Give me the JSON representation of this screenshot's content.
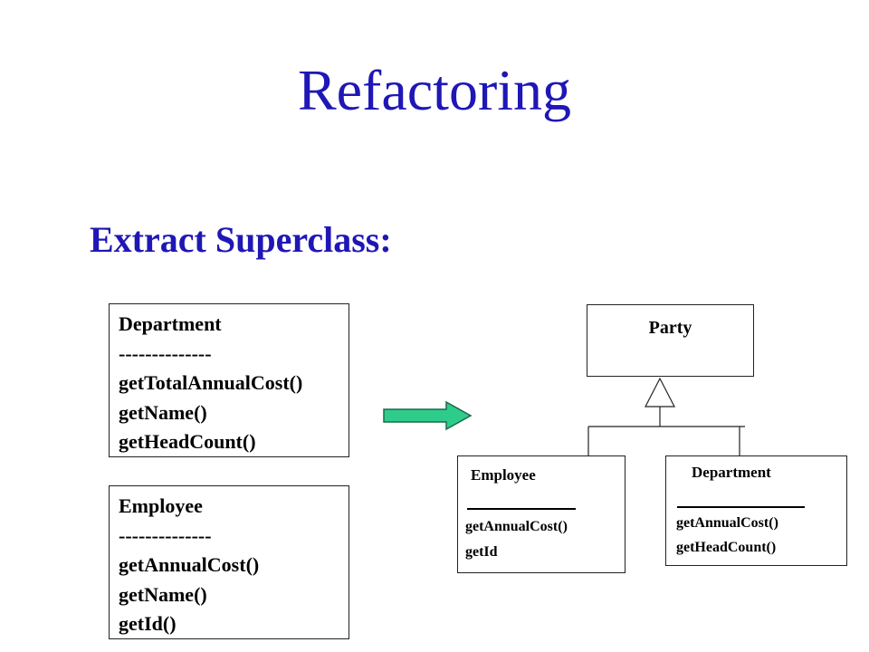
{
  "slide": {
    "title": "Refactoring",
    "subtitle": "Extract Superclass:"
  },
  "before": {
    "department": {
      "name": "Department",
      "separator": "--------------",
      "methods": [
        "getTotalAnnualCost()",
        "getName()",
        "getHeadCount()"
      ]
    },
    "employee": {
      "name": "Employee",
      "separator": "--------------",
      "methods": [
        "getAnnualCost()",
        "getName()",
        "getId()"
      ]
    }
  },
  "after": {
    "superclass": {
      "name": "Party"
    },
    "employee": {
      "name": "Employee",
      "methods": [
        "getAnnualCost()",
        "getId"
      ]
    },
    "department": {
      "name": "Department",
      "methods": [
        "getAnnualCost()",
        "getHeadCount()"
      ]
    }
  },
  "colors": {
    "title": "#1f17b5",
    "arrow_fill": "#2ecc8a",
    "arrow_stroke": "#1a6b4a"
  }
}
